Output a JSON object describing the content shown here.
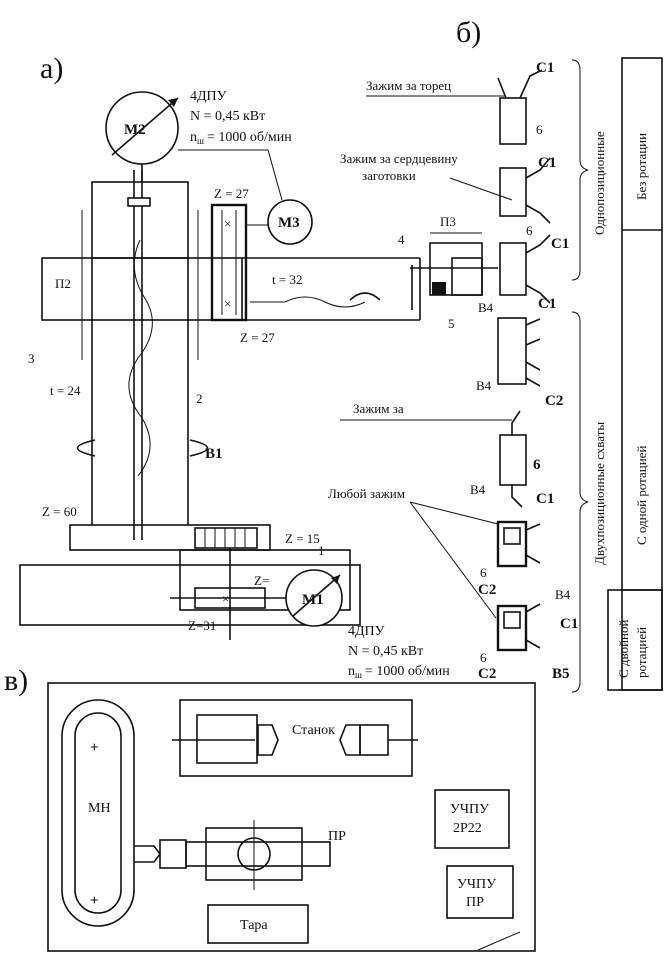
{
  "panels": {
    "a": "а)",
    "b": "б)",
    "v": "в)"
  },
  "motor_top": {
    "name": "М2",
    "type": "4ДПУ",
    "power": "N = 0,45 кВт",
    "speed_prefix": "n",
    "speed_sub": "ш",
    "speed_value": "= 1000 об/мин"
  },
  "motor_m3": "М3",
  "motor_bottom": {
    "name": "М1",
    "type": "4ДПУ",
    "power": "N = 0,45 кВт",
    "speed_prefix": "n",
    "speed_sub": "ш",
    "speed_value": "= 1000 об/мин"
  },
  "labels_a": {
    "z27_top": "Z = 27",
    "z27_bottom": "Z = 27",
    "t32": "t = 32",
    "t24": "t = 24",
    "p2": "П2",
    "p3": "П3",
    "n4": "4",
    "n5": "5",
    "n3": "3",
    "n2": "2",
    "n1": "1",
    "b1": "В1",
    "z60": "Z = 60",
    "z15": "Z = 15",
    "z31": "Z=31",
    "z_blank": "Z="
  },
  "labels_b": {
    "clamp_end": "Зажим за торец",
    "clamp_core_1": "Зажим за сердцевину",
    "clamp_core_2": "заготовки",
    "clamp_za": "Зажим за",
    "any_clamp": "Любой зажим",
    "c1": "С1",
    "c2": "С2",
    "six": "6",
    "b4": "В4",
    "b5": "В5"
  },
  "table": {
    "single_position": "Однопозиционные",
    "no_rotation": "Без ротации",
    "two_position": "Двухпозиционные схваты",
    "one_rotation": "С одной ротацией",
    "double_rotation_1": "С двойной",
    "double_rotation_2": "ротацией"
  },
  "layout_v": {
    "mn": "МН",
    "machine": "Станок",
    "pr": "ПР",
    "cnc_2p22_1": "УЧПУ",
    "cnc_2p22_2": "2Р22",
    "cnc_pr_1": "УЧПУ",
    "cnc_pr_2": "ПР",
    "container": "Тара"
  }
}
